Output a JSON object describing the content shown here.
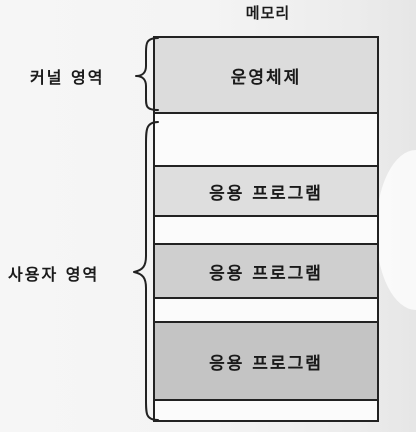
{
  "diagram": {
    "memory_title": "메모리",
    "kernel_label": "커널 영역",
    "user_label": "사용자 영역",
    "regions": {
      "os": "운영체제",
      "app1": "응용 프로그램",
      "app2": "응용 프로그램",
      "app3": "응용 프로그램"
    }
  }
}
